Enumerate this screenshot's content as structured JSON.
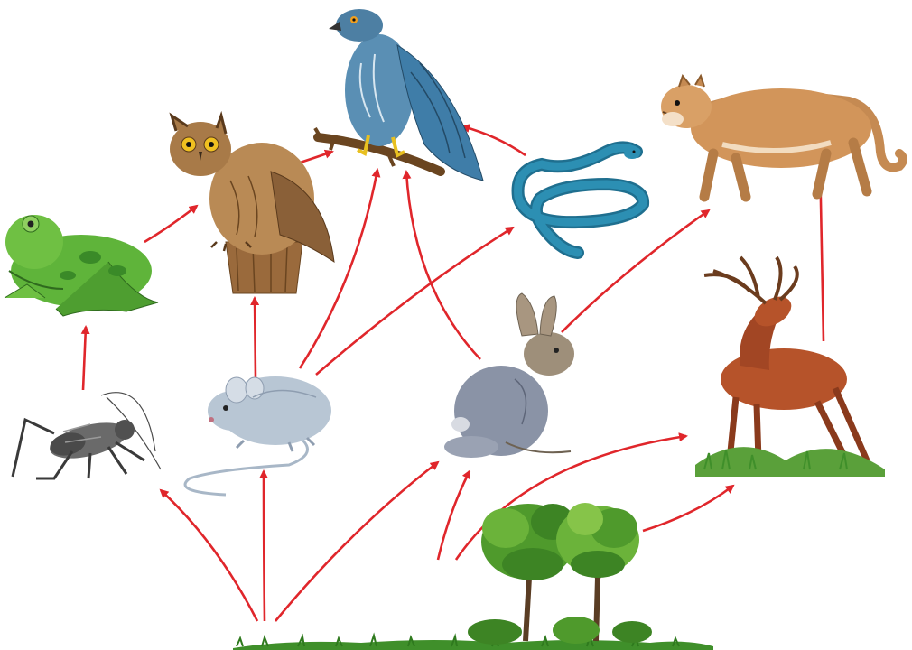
{
  "diagram": {
    "type": "food-web",
    "text_labels": [],
    "colors": {
      "background": "#ffffff",
      "arrow": "#e0262b",
      "grass": "#3f8f2a",
      "tree_leaves": "#4f9a2c",
      "frog": "#5fb43a",
      "owl": "#9a6a3c",
      "hawk": "#3f7da8",
      "snake": "#2c8fb3",
      "cougar": "#d2955a",
      "deer": "#b6532a",
      "rabbit": "#8a93a6",
      "mouse": "#a8b7c7",
      "cricket": "#4a4a4a"
    },
    "organisms": [
      {
        "id": "grass",
        "icon": "grass-icon"
      },
      {
        "id": "trees",
        "icon": "trees-icon"
      },
      {
        "id": "cricket",
        "icon": "cricket-icon"
      },
      {
        "id": "mouse",
        "icon": "mouse-icon"
      },
      {
        "id": "rabbit",
        "icon": "rabbit-icon"
      },
      {
        "id": "deer",
        "icon": "deer-icon"
      },
      {
        "id": "frog",
        "icon": "frog-icon"
      },
      {
        "id": "owl",
        "icon": "owl-icon"
      },
      {
        "id": "snake",
        "icon": "snake-icon"
      },
      {
        "id": "hawk",
        "icon": "hawk-icon"
      },
      {
        "id": "cougar",
        "icon": "cougar-icon"
      }
    ],
    "links": [
      {
        "from": "grass",
        "to": "cricket"
      },
      {
        "from": "grass",
        "to": "mouse"
      },
      {
        "from": "grass",
        "to": "rabbit"
      },
      {
        "from": "trees",
        "to": "rabbit"
      },
      {
        "from": "trees",
        "to": "deer"
      },
      {
        "from": "grass",
        "to": "deer"
      },
      {
        "from": "cricket",
        "to": "frog"
      },
      {
        "from": "mouse",
        "to": "owl"
      },
      {
        "from": "mouse",
        "to": "hawk"
      },
      {
        "from": "mouse",
        "to": "snake"
      },
      {
        "from": "rabbit",
        "to": "hawk"
      },
      {
        "from": "rabbit",
        "to": "cougar"
      },
      {
        "from": "deer",
        "to": "cougar"
      },
      {
        "from": "frog",
        "to": "owl"
      },
      {
        "from": "owl",
        "to": "hawk"
      },
      {
        "from": "snake",
        "to": "hawk"
      }
    ]
  }
}
